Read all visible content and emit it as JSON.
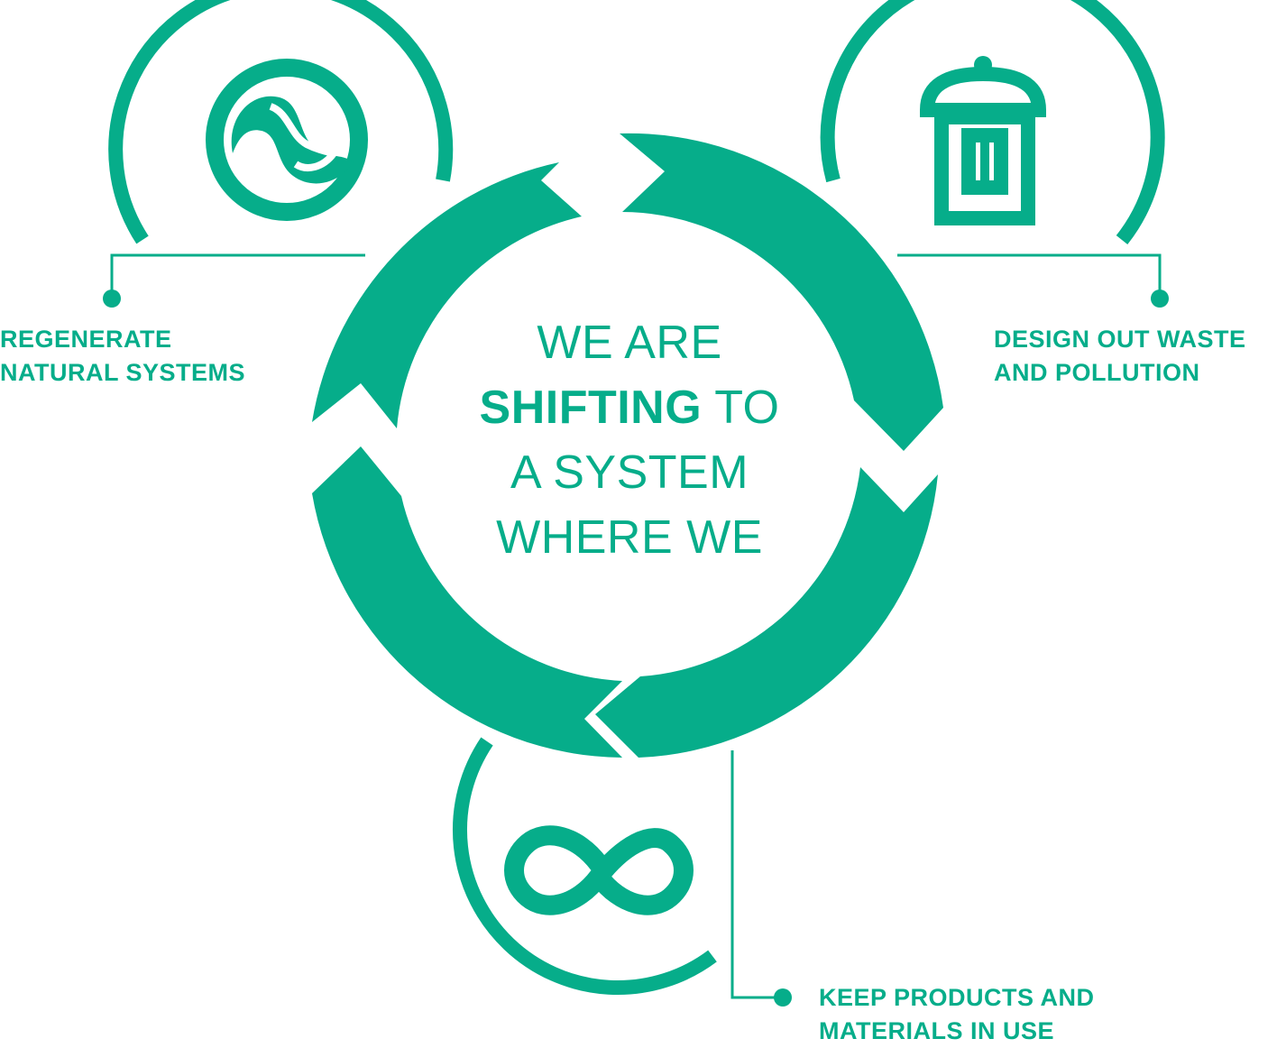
{
  "center": {
    "line1": "WE ARE",
    "line2_bold": "SHIFTING",
    "line2_rest": " TO",
    "line3": "A SYSTEM",
    "line4": "WHERE WE"
  },
  "labels": {
    "regenerate": {
      "line1": "REGENERATE",
      "line2": "NATURAL SYSTEMS"
    },
    "design_out": {
      "line1": "DESIGN OUT WASTE",
      "line2": "AND POLLUTION"
    },
    "keep_products": {
      "line1": "KEEP PRODUCTS AND",
      "line2": "MATERIALS IN USE"
    }
  },
  "icons": {
    "regenerate": "yin-yang-wave-icon",
    "design_out": "trash-can-icon",
    "keep_products": "infinity-icon"
  },
  "colors": {
    "accent": "#06AD8A",
    "background": "#ffffff"
  }
}
